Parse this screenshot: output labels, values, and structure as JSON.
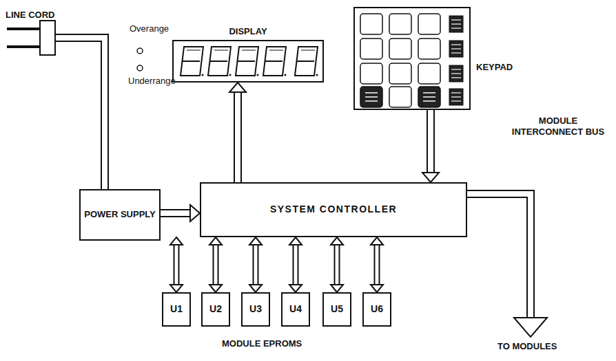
{
  "diagram": {
    "nodes": [
      {
        "text": [
          "DISPLAY"
        ]
      },
      {
        "text": [
          "KEYPAD"
        ]
      },
      {
        "text": [
          "POWER SUPPLY"
        ]
      },
      {
        "text": [
          "SYSTEM CONTROLLER"
        ]
      },
      {
        "text": [
          "U1"
        ]
      },
      {
        "text": [
          "U2"
        ]
      },
      {
        "text": [
          "U3"
        ]
      },
      {
        "text": [
          "U4"
        ]
      },
      {
        "text": [
          "U5"
        ]
      },
      {
        "text": [
          "U6"
        ]
      }
    ],
    "edges": [
      {
        "from": 2,
        "to": 3,
        "arrow": "to"
      },
      {
        "from": 3,
        "to": 0,
        "arrow": "to"
      },
      {
        "from": 1,
        "to": 3,
        "arrow": "to"
      },
      {
        "from": 3,
        "to": 4,
        "arrow": "both"
      },
      {
        "from": 3,
        "to": 5,
        "arrow": "both"
      },
      {
        "from": 3,
        "to": 6,
        "arrow": "both"
      },
      {
        "from": 3,
        "to": 7,
        "arrow": "both"
      },
      {
        "from": 3,
        "to": 8,
        "arrow": "both"
      },
      {
        "from": 3,
        "to": 9,
        "arrow": "both"
      }
    ],
    "labels": [
      "LINE CORD",
      "Overange",
      "Underrange",
      "MODULE INTERCONNECT BUS",
      "TO MODULES",
      "MODULE EPROMS"
    ]
  }
}
